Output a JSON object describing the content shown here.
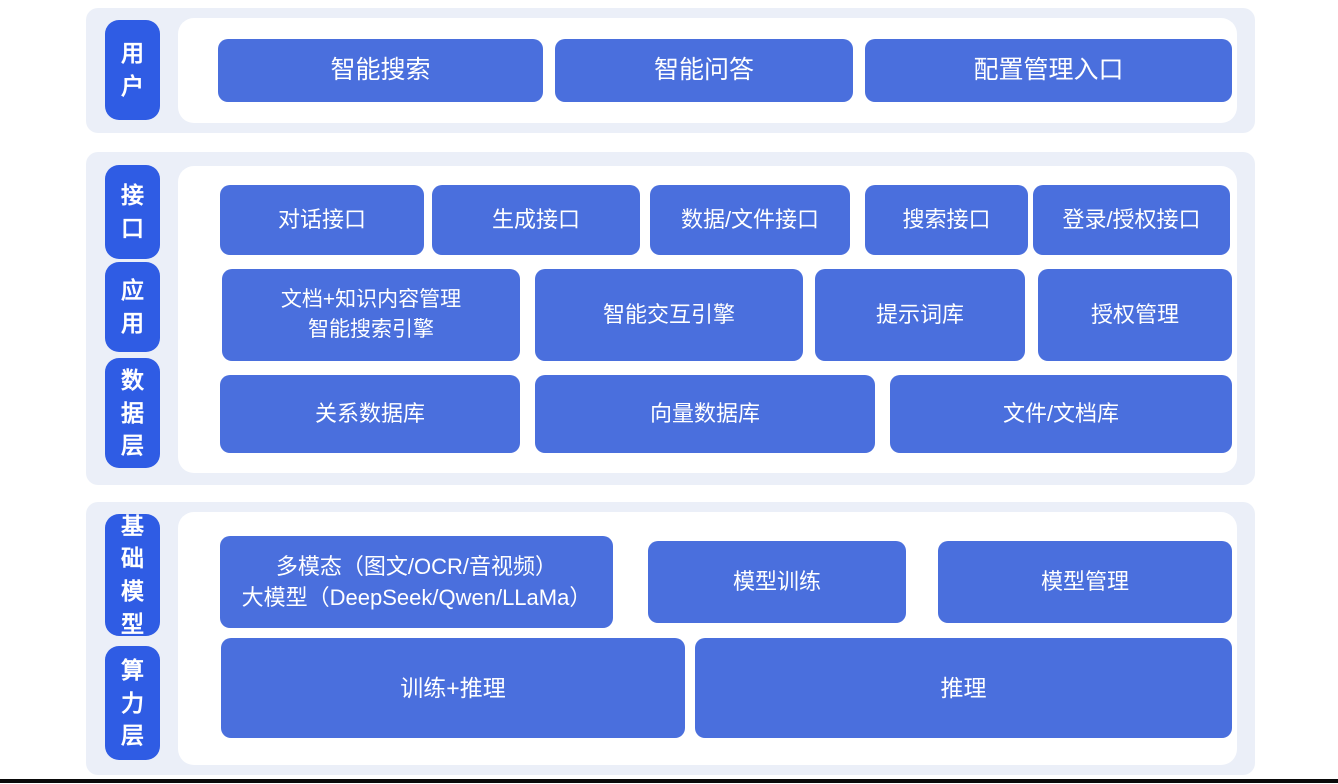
{
  "colors": {
    "band_bg": "#ebeff8",
    "panel_bg": "#ffffff",
    "label_bg": "#2f5ce4",
    "box_bg": "#4a6fdd",
    "text_color": "#ffffff",
    "bottom_line": "#0a0a0a",
    "page_bg": "#ffffff"
  },
  "sections": [
    {
      "name": "user-layer",
      "labels": [
        {
          "text": "用户"
        }
      ],
      "rows": [
        {
          "boxes": [
            {
              "label": "智能搜索"
            },
            {
              "label": "智能问答"
            },
            {
              "label": "配置管理入口"
            }
          ]
        }
      ]
    },
    {
      "name": "middle-layers",
      "labels": [
        {
          "text": "接口"
        },
        {
          "text": "应用"
        },
        {
          "text": "数据层"
        }
      ],
      "rows": [
        {
          "boxes": [
            {
              "label": "对话接口"
            },
            {
              "label": "生成接口"
            },
            {
              "label": "数据/文件接口"
            },
            {
              "label": "搜索接口"
            },
            {
              "label": "登录/授权接口"
            }
          ]
        },
        {
          "boxes": [
            {
              "label": "文档+知识内容管理\n智能搜索引擎"
            },
            {
              "label": "智能交互引擎"
            },
            {
              "label": "提示词库"
            },
            {
              "label": "授权管理"
            }
          ]
        },
        {
          "boxes": [
            {
              "label": "关系数据库"
            },
            {
              "label": "向量数据库"
            },
            {
              "label": "文件/文档库"
            }
          ]
        }
      ]
    },
    {
      "name": "foundation-layers",
      "labels": [
        {
          "text": "基础模型"
        },
        {
          "text": "算力层"
        }
      ],
      "rows": [
        {
          "boxes": [
            {
              "label": "多模态（图文/OCR/音视频）\n大模型（DeepSeek/Qwen/LLaMa）"
            },
            {
              "label": "模型训练"
            },
            {
              "label": "模型管理"
            }
          ]
        },
        {
          "boxes": [
            {
              "label": "训练+推理"
            },
            {
              "label": "推理"
            }
          ]
        }
      ]
    }
  ]
}
